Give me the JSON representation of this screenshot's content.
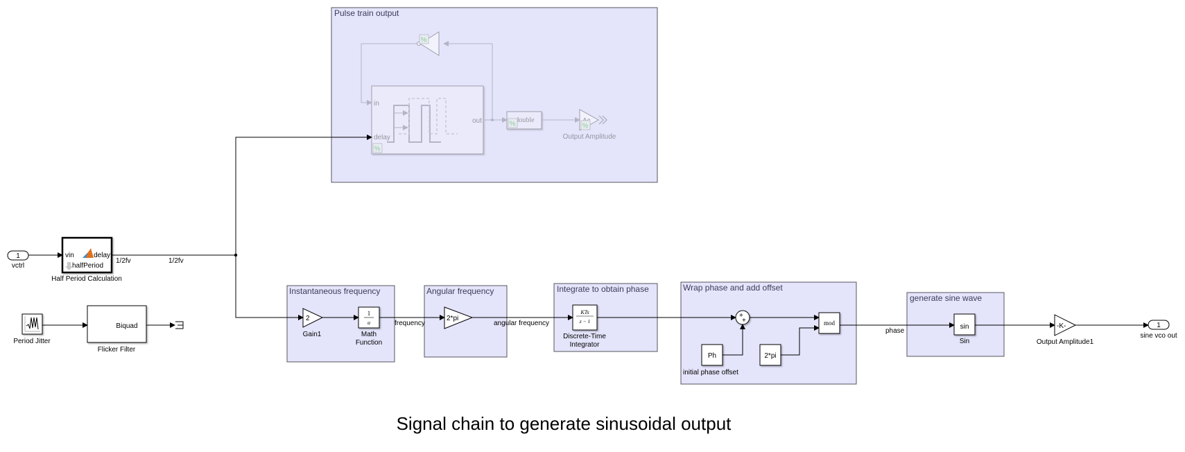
{
  "diagram": {
    "title": "Signal chain to generate sinusoidal output",
    "colors": {
      "area_fill": "#e4e4fb",
      "area_border": "#55555e",
      "block_fill": "#ffffff",
      "line": "#000000",
      "dim_line": "#8e8e9e",
      "percent_badge": "#4caf50",
      "matlab_icon": "#e1711d"
    },
    "areas": {
      "pulse_train": "Pulse train output",
      "inst_freq": "Instantaneous frequency",
      "angular_freq": "Angular frequency",
      "integrate": "Integrate to obtain phase",
      "wrap": "Wrap phase and add offset",
      "sine": "generate sine wave"
    },
    "blocks": {
      "vctrl": {
        "value": "1",
        "label": "vctrl"
      },
      "half_period": {
        "in_port": "vin",
        "out_port": "delay",
        "func": "halfPeriod",
        "label": "Half Period Calculation"
      },
      "period_jitter": {
        "label": "Period Jitter"
      },
      "flicker_filter": {
        "text": "Biquad",
        "label": "Flicker Filter"
      },
      "gain1": {
        "value": "2",
        "label": "Gain1"
      },
      "math_function": {
        "num": "1",
        "den": "u",
        "label_line1": "Math",
        "label_line2": "Function"
      },
      "angular_gain": {
        "value": "2*pi"
      },
      "integrator": {
        "num": "KTs",
        "den": "z − 1",
        "label_line1": "Discrete-Time",
        "label_line2": "Integrator"
      },
      "sum": {
        "signs": "++"
      },
      "ph_const": {
        "value": "Ph",
        "label": "initial phase offset"
      },
      "twopi_const": {
        "value": "2*pi"
      },
      "mod": {
        "value": "mod"
      },
      "sin": {
        "value": "sin",
        "label": "Sin"
      },
      "output_amp1": {
        "value": "-K-",
        "label": "Output Amplitude1"
      },
      "sine_out": {
        "value": "1",
        "label": "sine vco out"
      },
      "pulse_gen": {
        "in_port": "in",
        "delay_port": "delay",
        "out_port": "out"
      },
      "double_conv": {
        "value": "double"
      },
      "output_amp": {
        "value": "Ac",
        "label": "Output Amplitude"
      },
      "percent": "%"
    },
    "signals": {
      "half_period_out_1": "1/2fv",
      "half_period_out_2": "1/2fv",
      "frequency": "frequency",
      "angular_frequency": "angular frequency",
      "phase": "phase"
    }
  }
}
